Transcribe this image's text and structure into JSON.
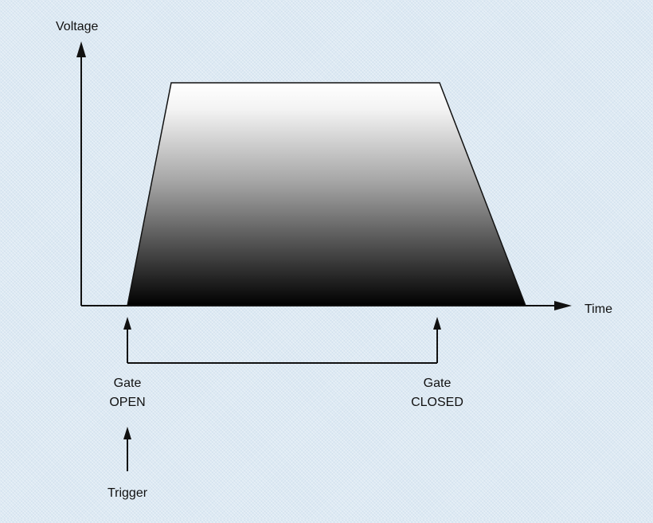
{
  "labels": {
    "y_axis": "Voltage",
    "x_axis": "Time",
    "gate_open": {
      "line1": "Gate",
      "line2": "OPEN"
    },
    "gate_closed": {
      "line1": "Gate",
      "line2": "CLOSED"
    },
    "trigger": "Trigger"
  },
  "colors": {
    "background": "#dde9f3",
    "line": "#111111",
    "envelope_top": "#ffffff",
    "envelope_bottom": "#000000"
  }
}
